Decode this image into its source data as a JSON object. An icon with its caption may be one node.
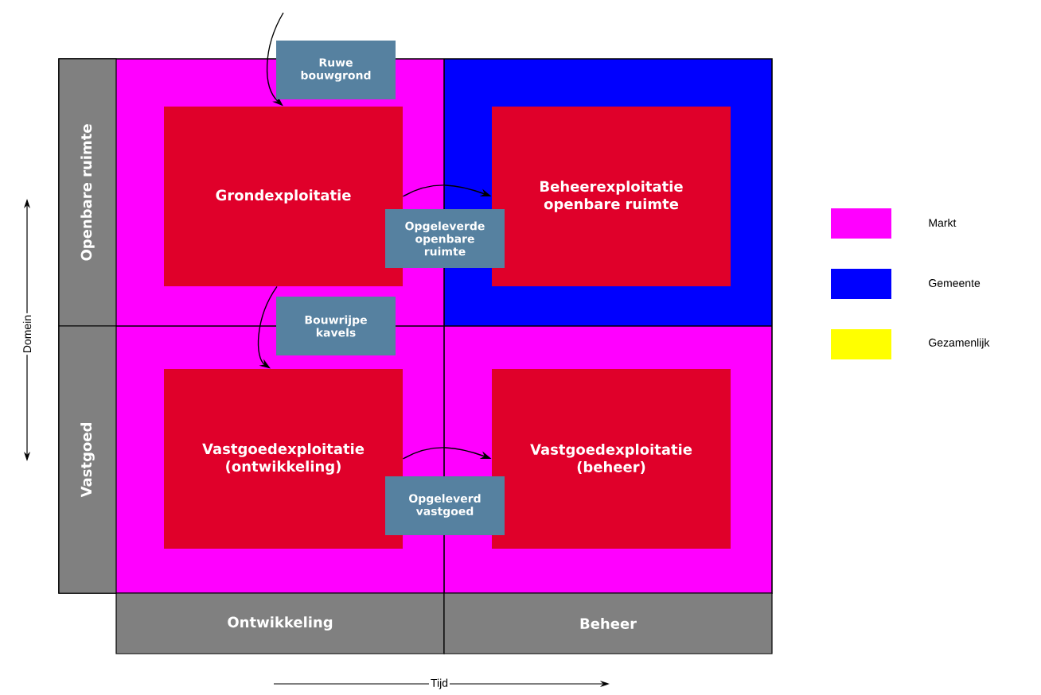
{
  "diagram": {
    "nodes": [
      {
        "text": [
          "Grondexploitatie"
        ]
      },
      {
        "text": [
          "Beheerexploitatie openbare ruimte"
        ]
      },
      {
        "text": [
          "Vastgoedexploitatie (ontwikkeling)"
        ]
      },
      {
        "text": [
          "Vastgoedexploitatie (beheer)"
        ]
      },
      {
        "text": [
          "Openbare ruimte"
        ]
      },
      {
        "text": [
          "Vastgoed"
        ]
      },
      {
        "text": [
          "Ontwikkeling"
        ]
      },
      {
        "text": [
          "Beheer"
        ]
      }
    ],
    "edges": [
      {
        "from": null,
        "to": 0,
        "arrow": "to",
        "label": "Ruwe bouwgrond"
      },
      {
        "from": 0,
        "to": 1,
        "arrow": "to",
        "label": "Opgeleverde openbare ruimte"
      },
      {
        "from": 0,
        "to": 2,
        "arrow": "to",
        "label": "Bouwrijpe kavels"
      },
      {
        "from": 2,
        "to": 3,
        "arrow": "to",
        "label": "Opgeleverd vastgoed"
      }
    ],
    "labels": [
      "Domein",
      "Tijd"
    ],
    "legend": [
      {
        "text": "Markt",
        "color": "#ff00ff"
      },
      {
        "text": "Gemeente",
        "color": "#0000ff"
      },
      {
        "text": "Gezamenlijk",
        "color": "#ffff00"
      }
    ]
  }
}
